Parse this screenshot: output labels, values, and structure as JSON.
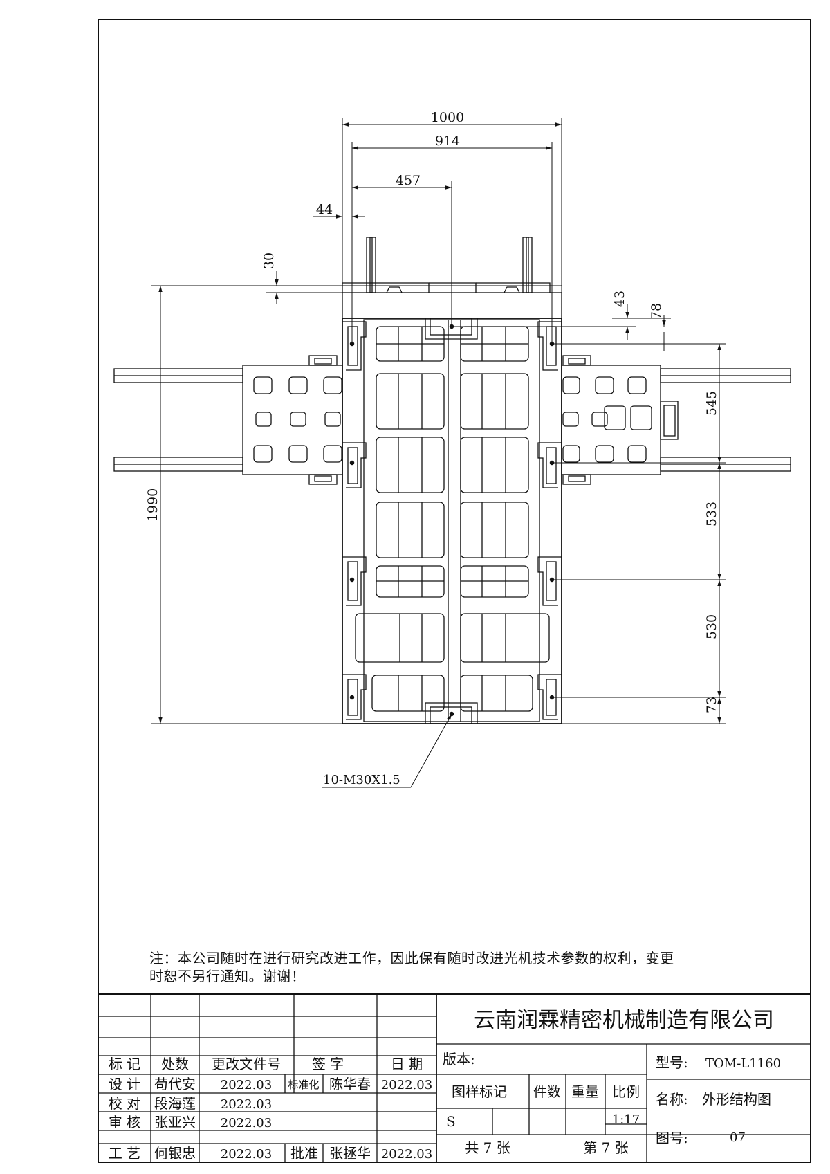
{
  "drawing": {
    "dimensions": {
      "overall_width": "1000",
      "inner_width": "914",
      "half_width": "457",
      "edge_offset": "44",
      "top_offset": "30",
      "right_top_a": "43",
      "right_top_b": "78",
      "overall_length": "1990",
      "span_1": "545",
      "span_2": "533",
      "span_3": "530",
      "span_4": "73"
    },
    "thread_callout": "10-M30X1.5"
  },
  "note": {
    "line1": "注：本公司随时在进行研究改进工作，因此保有随时改进光机技术参数的权利，变更",
    "line2": "时恕不另行通知。谢谢！"
  },
  "title_block": {
    "company": "云南润霖精密机械制造有限公司",
    "version_label": "版本:",
    "model_label": "型号:",
    "model_value": "TOM-L1160",
    "name_label": "名称:",
    "name_value": "外形结构图",
    "drawing_no_label": "图号:",
    "drawing_no_value": "07",
    "headers": {
      "mark": "标 记",
      "zones": "处数",
      "change_doc": "更改文件号",
      "sign": "签 字",
      "date": "日 期"
    },
    "sub_headers": {
      "sample_mark": "图样标记",
      "count": "件数",
      "weight": "重量",
      "scale": "比例"
    },
    "sample_mark_value": "S",
    "scale_value": "1:17",
    "total_sheets": "共 7 张",
    "sheet_no": "第 7 张",
    "rows": [
      {
        "role": "设 计",
        "name": "苟代安",
        "date": "2022.03",
        "role2": "标准化",
        "name2": "陈华春",
        "date2": "2022.03"
      },
      {
        "role": "校 对",
        "name": "段海莲",
        "date": "2022.03"
      },
      {
        "role": "审 核",
        "name": "张亚兴",
        "date": "2022.03"
      },
      {
        "role": "工 艺",
        "name": "何银忠",
        "date": "2022.03",
        "role2": "批准",
        "name2": "张拯华",
        "date2": "2022.03"
      }
    ]
  }
}
